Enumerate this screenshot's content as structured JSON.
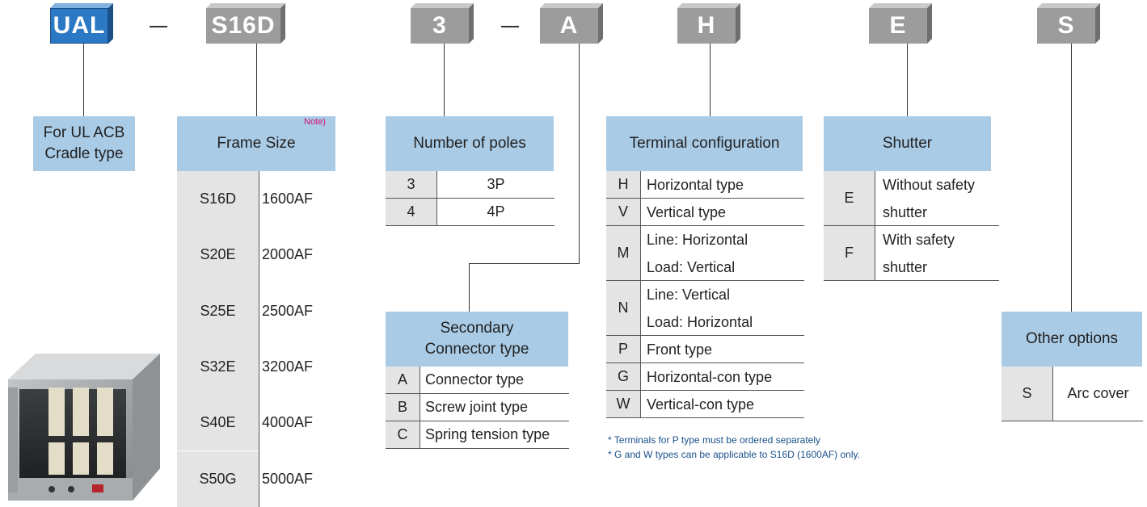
{
  "code_blocks": [
    {
      "label": "UAL",
      "color": "blue"
    },
    {
      "label": "S16D",
      "color": "gray"
    },
    {
      "label": "3",
      "color": "gray"
    },
    {
      "label": "A",
      "color": "gray"
    },
    {
      "label": "H",
      "color": "gray"
    },
    {
      "label": "E",
      "color": "gray"
    },
    {
      "label": "S",
      "color": "gray"
    }
  ],
  "ual": {
    "title_line1": "For UL ACB",
    "title_line2": "Cradle type"
  },
  "frame": {
    "title": "Frame Size",
    "note": "Note)",
    "rows": [
      {
        "code": "S16D",
        "value": "1600AF"
      },
      {
        "code": "S20E",
        "value": "2000AF"
      },
      {
        "code": "S25E",
        "value": "2500AF"
      },
      {
        "code": "S32E",
        "value": "3200AF"
      },
      {
        "code": "S40E",
        "value": "4000AF"
      },
      {
        "code": "S50G",
        "value": "5000AF"
      }
    ]
  },
  "poles": {
    "title": "Number of poles",
    "rows": [
      {
        "code": "3",
        "value": "3P"
      },
      {
        "code": "4",
        "value": "4P"
      }
    ]
  },
  "secondary": {
    "title_line1": "Secondary",
    "title_line2": "Connector type",
    "rows": [
      {
        "code": "A",
        "value": "Connector type"
      },
      {
        "code": "B",
        "value": "Screw joint type"
      },
      {
        "code": "C",
        "value": "Spring tension type"
      }
    ]
  },
  "terminal": {
    "title": "Terminal configuration",
    "rows": [
      {
        "code": "H",
        "value1": "Horizontal type",
        "value2": ""
      },
      {
        "code": "V",
        "value1": "Vertical type",
        "value2": ""
      },
      {
        "code": "M",
        "value1": "Line: Horizontal",
        "value2": "Load: Vertical"
      },
      {
        "code": "N",
        "value1": "Line: Vertical",
        "value2": "Load: Horizontal"
      },
      {
        "code": "P",
        "value1": "Front type",
        "value2": ""
      },
      {
        "code": "G",
        "value1": "Horizontal-con type",
        "value2": ""
      },
      {
        "code": "W",
        "value1": "Vertical-con type",
        "value2": ""
      }
    ],
    "notes": [
      "* Terminals for P type must be ordered separately",
      "* G and W types can be applicable to S16D (1600AF) only."
    ]
  },
  "shutter": {
    "title": "Shutter",
    "rows": [
      {
        "code": "E",
        "value1": "Without safety",
        "value2": "shutter"
      },
      {
        "code": "F",
        "value1": "With safety",
        "value2": "shutter"
      }
    ]
  },
  "options": {
    "title": "Other options",
    "rows": [
      {
        "code": "S",
        "value": "Arc cover"
      }
    ]
  }
}
